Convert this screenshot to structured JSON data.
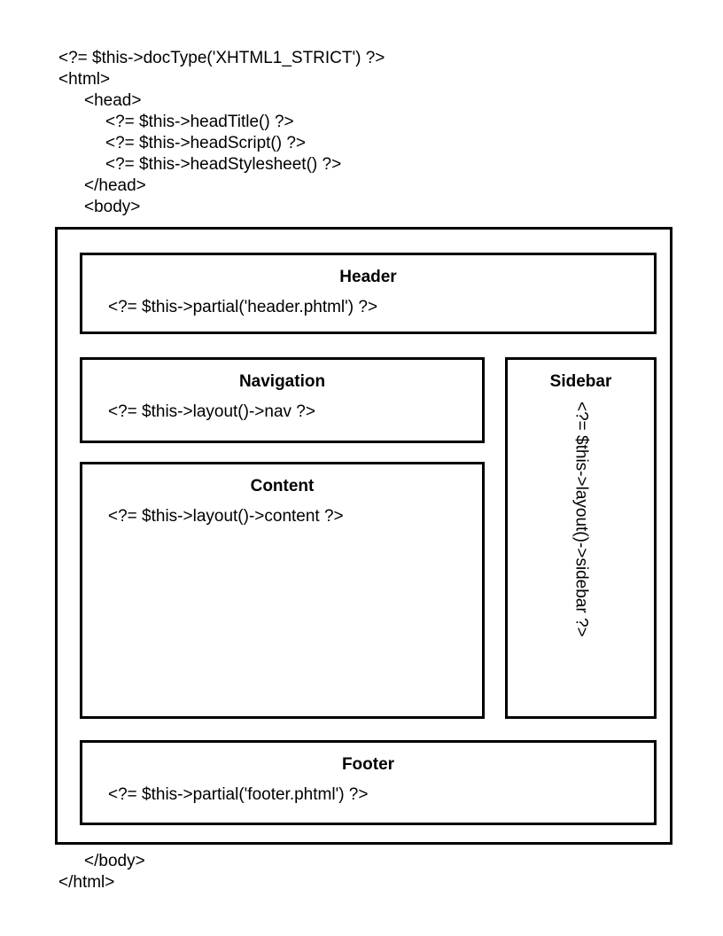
{
  "code_top": {
    "lines": [
      "<?= $this->docType('XHTML1_STRICT') ?>",
      "<html>",
      "<head>",
      "<?= $this->headTitle() ?>",
      "<?= $this->headScript() ?>",
      "<?= $this->headStylesheet() ?>",
      "</head>",
      "<body>"
    ]
  },
  "sections": {
    "header": {
      "title": "Header",
      "code": "<?= $this->partial('header.phtml') ?>"
    },
    "navigation": {
      "title": "Navigation",
      "code": "<?= $this->layout()->nav ?>"
    },
    "content": {
      "title": "Content",
      "code": "<?= $this->layout()->content ?>"
    },
    "sidebar": {
      "title": "Sidebar",
      "code": "<?= $this->layout()->sidebar ?>"
    },
    "footer": {
      "title": "Footer",
      "code": "<?= $this->partial('footer.phtml') ?>"
    }
  },
  "code_bottom": {
    "lines": [
      "</body>",
      "</html>"
    ]
  },
  "colors": {
    "border": "#000000",
    "text": "#000000",
    "background": "#ffffff"
  }
}
